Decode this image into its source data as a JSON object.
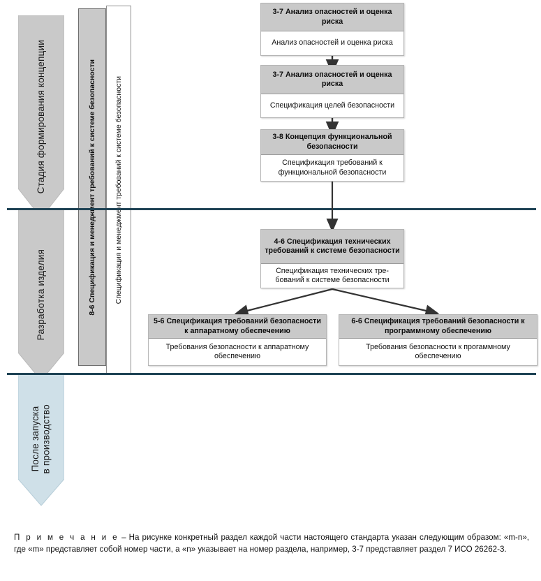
{
  "diagram": {
    "title": "Схема этапов обеспечения функциональной безопасности (ИСО 26262)",
    "colors": {
      "header_fill": "#c9c9c9",
      "body_fill": "#ffffff",
      "box_border": "#b5b5b5",
      "divider": "#1f4355",
      "stage_gray": "#c9c9c9",
      "stage_blue": "#cfe0e8",
      "connector": "#333333"
    },
    "stages": [
      {
        "id": "stage-concept",
        "label": "Стадия формирования концепции",
        "fill": "#c9c9c9"
      },
      {
        "id": "stage-product-development",
        "label": "Разработка изделия",
        "fill": "#c9c9c9"
      },
      {
        "id": "stage-after-launch",
        "label": "После запуска\nв производство",
        "fill": "#cfe0e8"
      }
    ],
    "side_bars": [
      {
        "id": "sidebar-8-6-spec-management",
        "label": "8-6 Спецификация и менеджмент требований к системе безопасности",
        "style": "gray"
      },
      {
        "id": "sidebar-spec-management",
        "label": "Спецификация и менеджмент требований к системе безопасности",
        "style": "white"
      }
    ],
    "boxes": [
      {
        "id": "box-3-7-hazard-analysis",
        "header": "3-7 Анализ опасностей и оценка риска",
        "body": "Анализ опасностей и оценка риска"
      },
      {
        "id": "box-3-7-safety-goals",
        "header": "3-7 Анализ опасностей и оценка риска",
        "body": "Спецификация целей безопасности"
      },
      {
        "id": "box-3-8-functional-safety-concept",
        "header": "3-8 Концепция функциональной безопасности",
        "body": "Спецификация требований к функциональной безопасности"
      },
      {
        "id": "box-4-6-technical-safety-requirements",
        "header": "4-6 Спецификация технических требований  к системе безопасности",
        "body": "Спецификация технических тре-бований к системе безопасности"
      },
      {
        "id": "box-5-6-hardware-safety-requirements",
        "header": "5-6 Спецификация требований безопасности к аппаратному обеспечению",
        "body": "Требования безопасности к аппаратному обеспечению"
      },
      {
        "id": "box-6-6-software-safety-requirements",
        "header": "6-6 Спецификация требований безопасности к программному обеспечению",
        "body": "Требования безопасности к прогаммному обеспечению"
      }
    ],
    "note": {
      "lead": "П р и м е ч а н и е",
      "text": " – На рисунке конкретный раздел каждой части настоящего стандарта указан следующим образом: «m-n», где «m» представляет собой номер части, а «n» указывает на номер раздела, например, 3-7 представляет раздел 7 ИСО 26262-3."
    }
  }
}
